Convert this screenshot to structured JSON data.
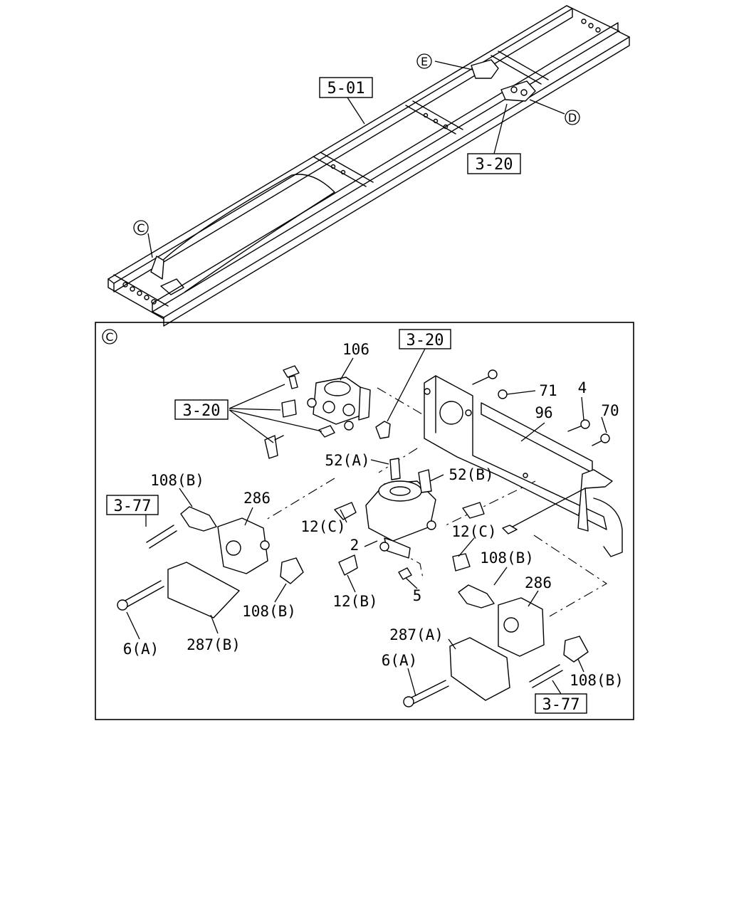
{
  "overview": {
    "ref_frame": "5-01",
    "ref_valve": "3-20",
    "callout_c": "C",
    "callout_d": "D",
    "callout_e": "E"
  },
  "detail": {
    "callout": "C",
    "refs": {
      "ref_3_20_top": "3-20",
      "ref_3_20_left": "3-20",
      "ref_3_77_left": "3-77",
      "ref_3_77_right": "3-77"
    },
    "parts": {
      "p106": "106",
      "p71": "71",
      "p4": "4",
      "p96": "96",
      "p70": "70",
      "p52a": "52(A)",
      "p52b": "52(B)",
      "p108b_tl": "108(B)",
      "p286_l": "286",
      "p12c_l": "12(C)",
      "p12c_r": "12(C)",
      "p2": "2",
      "p108b_tr": "108(B)",
      "p286_r": "286",
      "p5": "5",
      "p12b": "12(B)",
      "p108b_ml": "108(B)",
      "p6a_l": "6(A)",
      "p287b": "287(B)",
      "p287a": "287(A)",
      "p6a_r": "6(A)",
      "p108b_br": "108(B)"
    }
  }
}
